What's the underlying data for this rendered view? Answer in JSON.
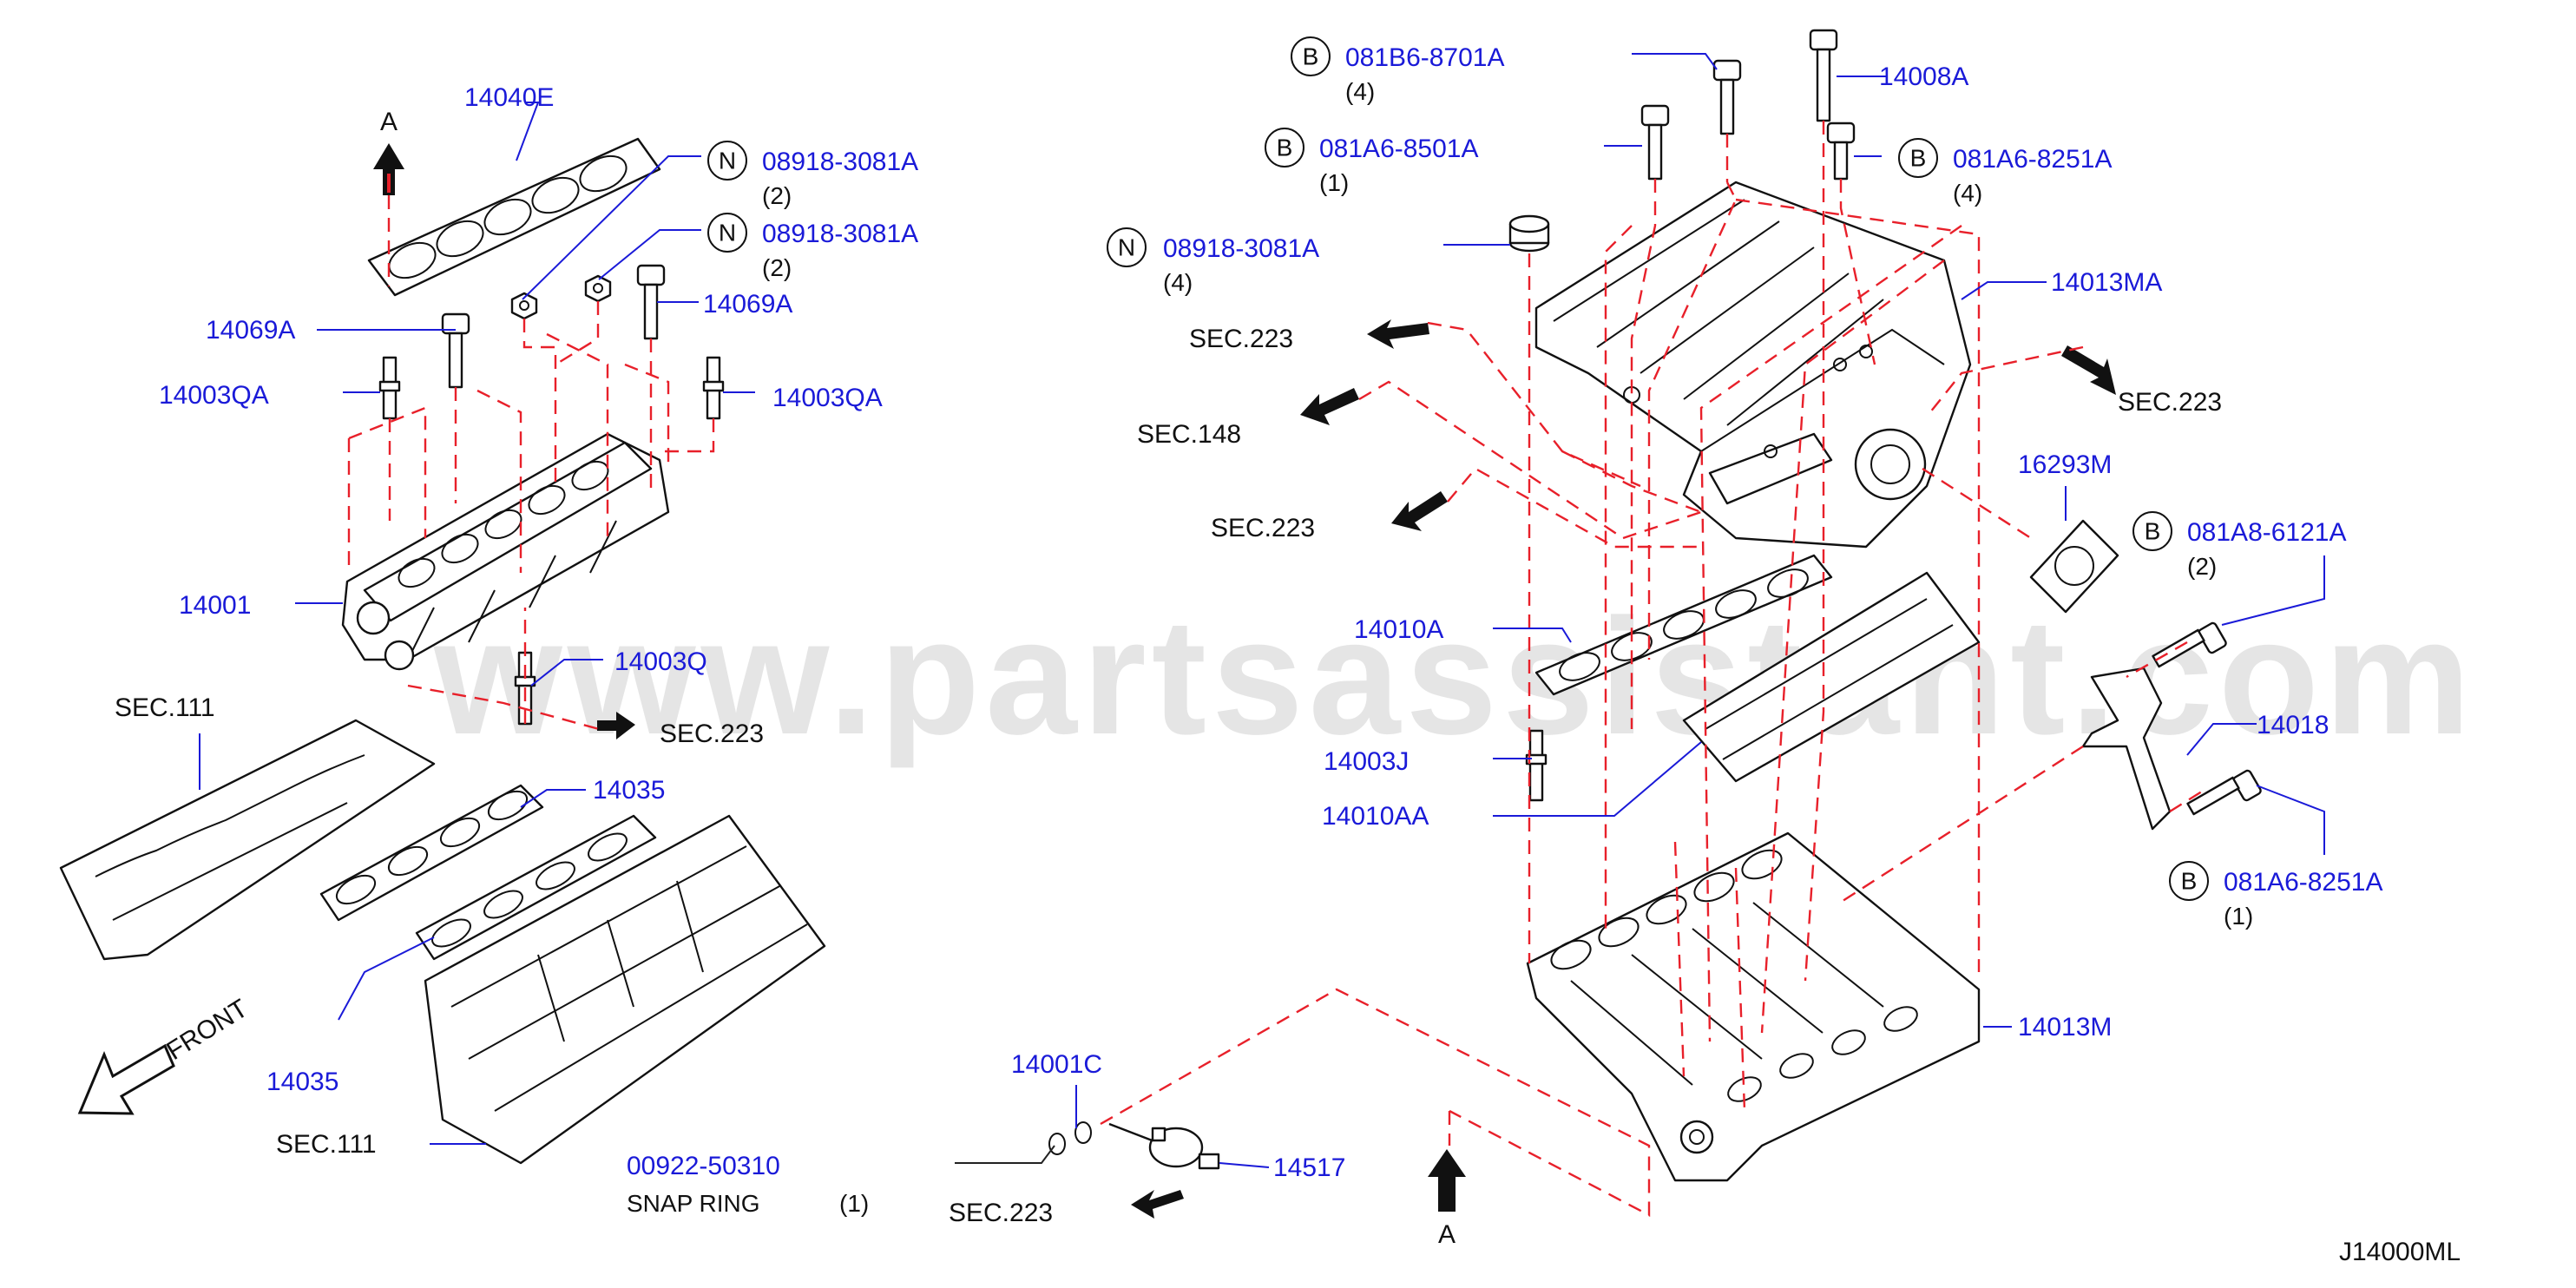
{
  "watermark": "www.partsassistant.com",
  "diagram_code": "J14000ML",
  "colors": {
    "label": "#1a1ad8",
    "dashed": "#e8202a",
    "line": "#111111"
  },
  "labels": {
    "l14040E": "14040E",
    "lA_top": "A",
    "lA_bottom": "A",
    "n1_code": "08918-3081A",
    "n1_qty": "(2)",
    "n2_code": "08918-3081A",
    "n2_qty": "(2)",
    "l14069A_left": "14069A",
    "l14069A_right": "14069A",
    "l14003QA_left": "14003QA",
    "l14003QA_right": "14003QA",
    "l14001": "14001",
    "l14003Q": "14003Q",
    "sec223_left": "SEC.223",
    "sec111_top": "SEC.111",
    "l14035_top": "14035",
    "l14035_bottom": "14035",
    "front": "FRONT",
    "sec111_bottom": "SEC.111",
    "l00922": "00922-50310",
    "snap_ring": "SNAP   RING",
    "snap_qty": "(1)",
    "sec223_bottom": "SEC.223",
    "l14001C": "14001C",
    "l14517": "14517",
    "b1_code": "081B6-8701A",
    "b1_qty": "(4)",
    "b2_code": "081A6-8501A",
    "b2_qty": "(1)",
    "l14008A": "14008A",
    "b3_code": "081A6-8251A",
    "b3_qty": "(4)",
    "n3_code": "08918-3081A",
    "n3_qty": "(4)",
    "sec223_a": "SEC.223",
    "sec148": "SEC.148",
    "sec223_b": "SEC.223",
    "l14013MA": "14013MA",
    "sec223_right": "SEC.223",
    "l16293M": "16293M",
    "b4_code": "081A8-6121A",
    "b4_qty": "(2)",
    "l14010A": "14010A",
    "l14018": "14018",
    "l14003J": "14003J",
    "l14010AA": "14010AA",
    "b5_code": "081A6-8251A",
    "b5_qty": "(1)",
    "l14013M": "14013M"
  },
  "badges": {
    "N": "N",
    "B": "B"
  }
}
